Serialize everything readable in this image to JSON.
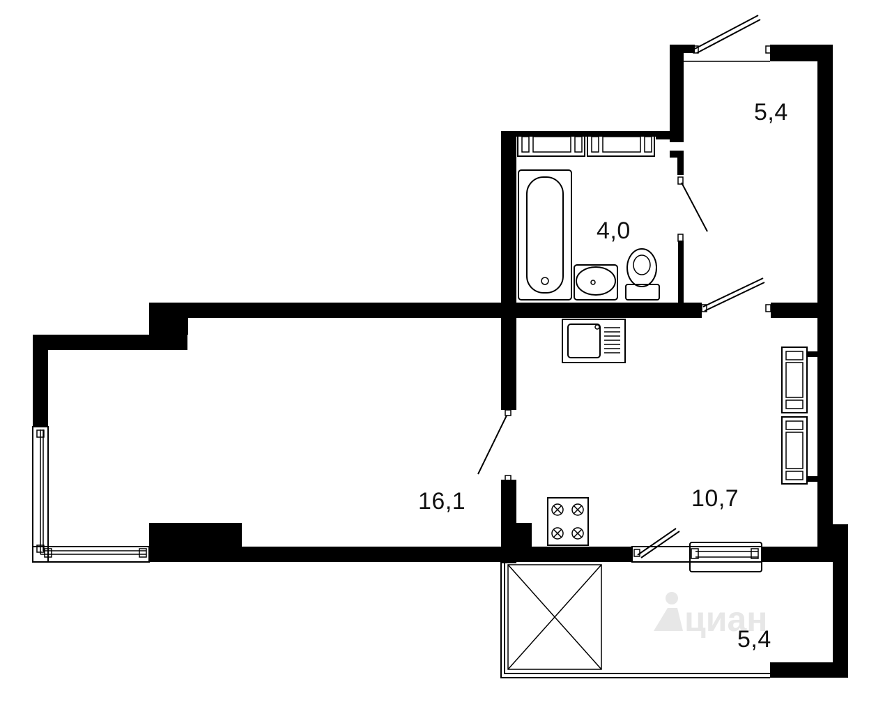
{
  "rooms": {
    "storage": {
      "area": "5,4"
    },
    "bathroom": {
      "area": "4,0"
    },
    "living_room": {
      "area": "16,1"
    },
    "kitchen": {
      "area": "10,7"
    },
    "loggia": {
      "area": "5,4"
    }
  },
  "watermark": {
    "text": "циан"
  },
  "colors": {
    "wall": "#000000",
    "background": "#ffffff",
    "watermark": "#e7e7e7"
  }
}
